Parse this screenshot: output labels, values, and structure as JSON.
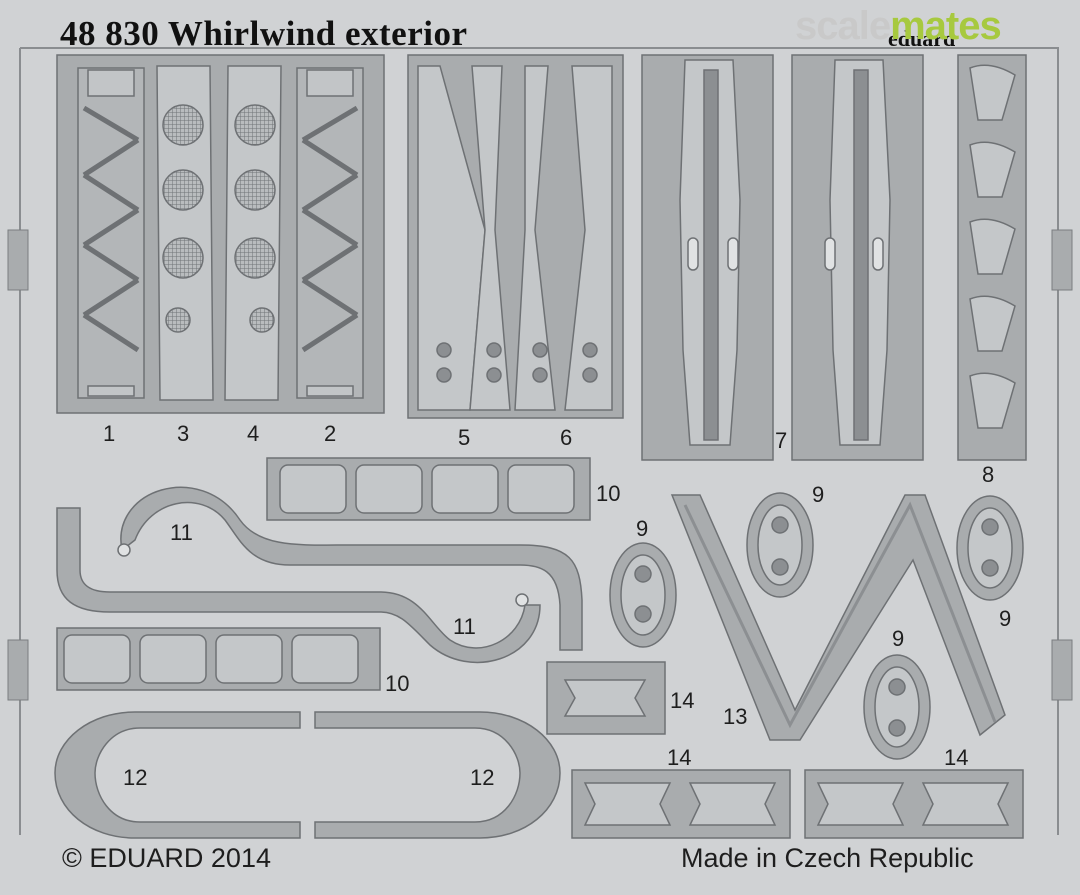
{
  "header": {
    "title": "48 830  Whirlwind exterior",
    "brand_partial": "eduard"
  },
  "watermark": {
    "part1": "scale",
    "part2": "mates"
  },
  "part_numbers": {
    "n1": "1",
    "n3": "3",
    "n4": "4",
    "n2": "2",
    "n5": "5",
    "n6": "6",
    "n7": "7",
    "n8": "8",
    "n9a": "9",
    "n9b": "9",
    "n9c": "9",
    "n9d": "9",
    "n10a": "10",
    "n10b": "10",
    "n11a": "11",
    "n11b": "11",
    "n12a": "12",
    "n12b": "12",
    "n13": "13",
    "n14a": "14",
    "n14b": "14",
    "n14c": "14"
  },
  "footer": {
    "copyright": "© EDUARD 2014",
    "origin": "Made in Czech Republic"
  },
  "colors": {
    "fret": "#d0d2d4",
    "part": "#a9acae",
    "edge": "#7a7d80",
    "brand_green": "#a7c93f"
  }
}
